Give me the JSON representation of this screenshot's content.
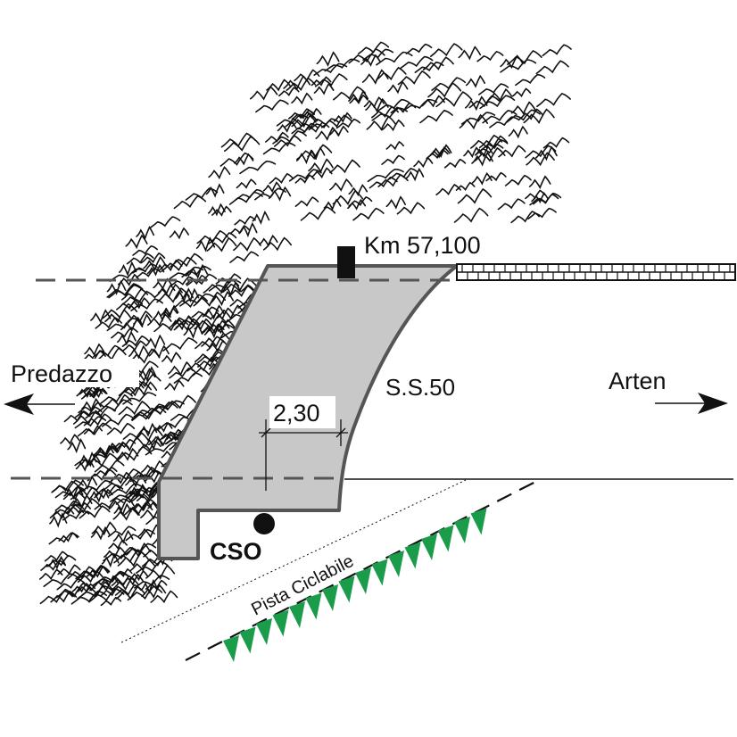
{
  "labels": {
    "km_marker": "Km 57,100",
    "left_direction": "Predazzo",
    "right_direction": "Arten",
    "road": "S.S.50",
    "dimension": "2,30",
    "station": "CSO",
    "bike_path": "Pista Ciclabile"
  },
  "colors": {
    "fill_area": "#c8c8c8",
    "outline": "#555555",
    "dashed_line": "#555555",
    "hatch": "#111111",
    "vegetation": "#1a9c4a",
    "text": "#111111"
  }
}
